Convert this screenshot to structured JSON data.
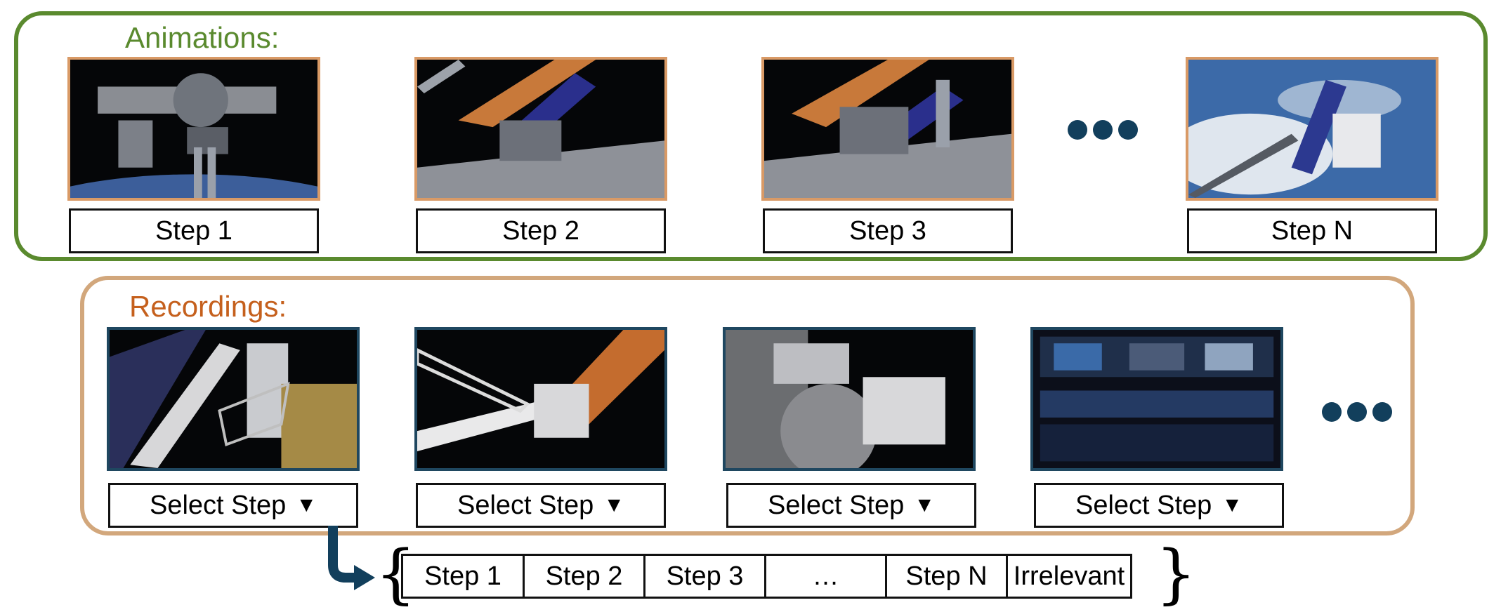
{
  "animations": {
    "title": "Animations:",
    "steps": [
      "Step 1",
      "Step 2",
      "Step 3",
      "Step N"
    ]
  },
  "recordings": {
    "title": "Recordings:",
    "select_label": "Select Step",
    "caret": "▼"
  },
  "step_options": [
    "Step 1",
    "Step 2",
    "Step 3",
    "…",
    "Step N",
    "Irrelevant"
  ],
  "braces": {
    "open": "{",
    "close": "}"
  },
  "colors": {
    "animations_border": "#5a8a2e",
    "recordings_border": "#d2a77c",
    "recordings_title": "#c5601d",
    "accent": "#123f5c"
  },
  "icons": [
    "ellipsis-dots-icon",
    "arrow-icon",
    "dropdown-caret-icon"
  ]
}
